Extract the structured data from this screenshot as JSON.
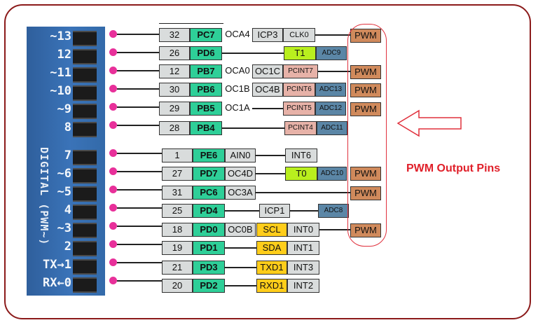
{
  "board": {
    "label": "DIGITAL (PWM~)",
    "pins": [
      "~13",
      "12",
      "~11",
      "~10",
      "~9",
      "8",
      "7",
      "~6",
      "~5",
      "4",
      "~3",
      "2",
      "TX→1",
      "RX←0"
    ]
  },
  "rows": [
    {
      "num": "32",
      "port": "PC7",
      "funcs": [
        "OCA4",
        "ICP3",
        "CLK0"
      ],
      "pwm": "PWM"
    },
    {
      "num": "26",
      "port": "PD6",
      "funcs": [
        "T1",
        "ADC9"
      ],
      "pwm": ""
    },
    {
      "num": "12",
      "port": "PB7",
      "funcs": [
        "OCA0",
        "OC1C",
        "PCINT7"
      ],
      "pwm": "PWM"
    },
    {
      "num": "30",
      "port": "PB6",
      "funcs": [
        "OC1B",
        "OC4B",
        "PCINT6",
        "ADC13"
      ],
      "pwm": "PWM"
    },
    {
      "num": "29",
      "port": "PB5",
      "funcs": [
        "OC1A",
        "PCINT5",
        "ADC12"
      ],
      "pwm": "PWM"
    },
    {
      "num": "28",
      "port": "PB4",
      "funcs": [
        "PCINT4",
        "ADC11"
      ],
      "pwm": ""
    },
    {
      "num": "1",
      "port": "PE6",
      "funcs": [
        "AIN0",
        "INT6"
      ],
      "pwm": ""
    },
    {
      "num": "27",
      "port": "PD7",
      "funcs": [
        "OC4D",
        "T0",
        "ADC10"
      ],
      "pwm": "PWM"
    },
    {
      "num": "31",
      "port": "PC6",
      "funcs": [
        "OC3A"
      ],
      "pwm": "PWM"
    },
    {
      "num": "25",
      "port": "PD4",
      "funcs": [
        "ICP1",
        "ADC8"
      ],
      "pwm": ""
    },
    {
      "num": "18",
      "port": "PD0",
      "funcs": [
        "OC0B",
        "SCL",
        "INT0"
      ],
      "pwm": "PWM"
    },
    {
      "num": "19",
      "port": "PD1",
      "funcs": [
        "SDA",
        "INT1"
      ],
      "pwm": ""
    },
    {
      "num": "21",
      "port": "PD3",
      "funcs": [
        "TXD1",
        "INT3"
      ],
      "pwm": ""
    },
    {
      "num": "20",
      "port": "PD2",
      "funcs": [
        "RXD1",
        "INT2"
      ],
      "pwm": ""
    }
  ],
  "caption": "PWM Output Pins",
  "colors": {
    "frame": "#8b1a1a",
    "dot": "#e8309a",
    "port": "#2ecf98",
    "pwm": "#d08a5c",
    "highlight": "#e0303c"
  }
}
